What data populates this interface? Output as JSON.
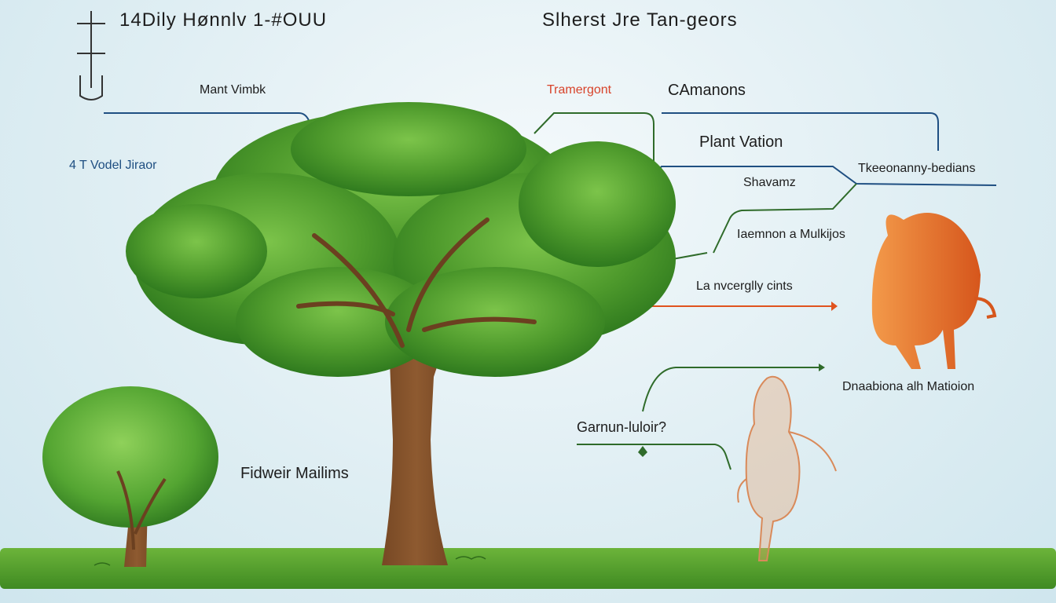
{
  "title_left": "14Dily  Hønnlv  1-#OUU",
  "title_right": "Slherst Jre  Tan-geors",
  "labels": {
    "mant_vimbk": "Mant Vimbk",
    "t_vodel": "4   T Vodel Jiraor",
    "tramergont": "Tramergont",
    "camanons": "CAmanons",
    "plant_vation": "Plant Vation",
    "shavamz": "Shavamz",
    "taxonomy": "Tkeeonanny-bedians",
    "lemnon": "Iaemnon a Mulkijos",
    "la_nvcerglly": "La nvcerglly cints",
    "dnaabiona": "Dnaabiona alh Matioion",
    "gamun": "Garnun-luloir?",
    "fidweir": "Fidweir Mailims"
  },
  "colors": {
    "blue_line": "#1f4f82",
    "green_line": "#2f6b2a",
    "orange_line": "#e0531e",
    "red_text": "#d8432a",
    "leaf": "#4e9a2c",
    "trunk": "#7a4a24",
    "ground": "#4c9a2a",
    "animal": "#ee7a2c"
  },
  "icons": [
    "fork-icon"
  ]
}
